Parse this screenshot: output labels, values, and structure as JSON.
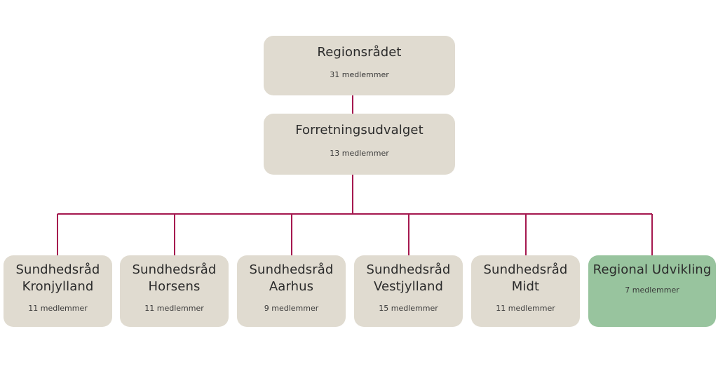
{
  "colors": {
    "connector": "#a5184f",
    "node_fill": "#e0dbd0",
    "highlight_fill": "#98c49e",
    "text": "#2b2b2b"
  },
  "top": {
    "title": "Regionsrådet",
    "members": "31 medlemmer"
  },
  "executive": {
    "title": "Forretningsudvalget",
    "members": "13 medlemmer"
  },
  "councils": [
    {
      "title": "Sundhedsråd\nKronjylland",
      "members": "11 medlemmer"
    },
    {
      "title": "Sundhedsråd\nHorsens",
      "members": "11 medlemmer"
    },
    {
      "title": "Sundhedsråd\nAarhus",
      "members": "9 medlemmer"
    },
    {
      "title": "Sundhedsråd\nVestjylland",
      "members": "15 medlemmer"
    },
    {
      "title": "Sundhedsråd\nMidt",
      "members": "11 medlemmer"
    },
    {
      "title": "Regional Udvikling",
      "members": "7 medlemmer"
    }
  ]
}
